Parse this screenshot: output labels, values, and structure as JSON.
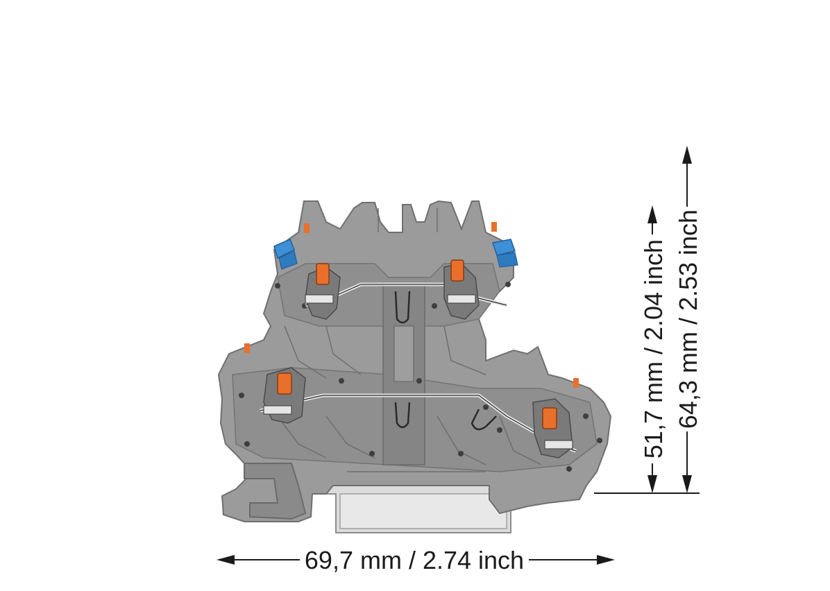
{
  "dimensions": {
    "width_label": "69,7 mm / 2.74 inch",
    "height_inner_label": "51,7 mm / 2.04 inch",
    "height_outer_label": "64,3 mm / 2.53 inch"
  },
  "colors": {
    "housing": "#9b9b9b",
    "housing_dark": "#7d7d7d",
    "housing_shadow": "#6a6a6a",
    "lever_orange": "#e8702a",
    "marker_blue": "#3d8fd6",
    "rail": "#d6d6d6",
    "line": "#1a1a1a"
  },
  "icons": [
    "terminal-block-drawing",
    "dimension-arrow-horizontal",
    "dimension-arrow-vertical"
  ]
}
